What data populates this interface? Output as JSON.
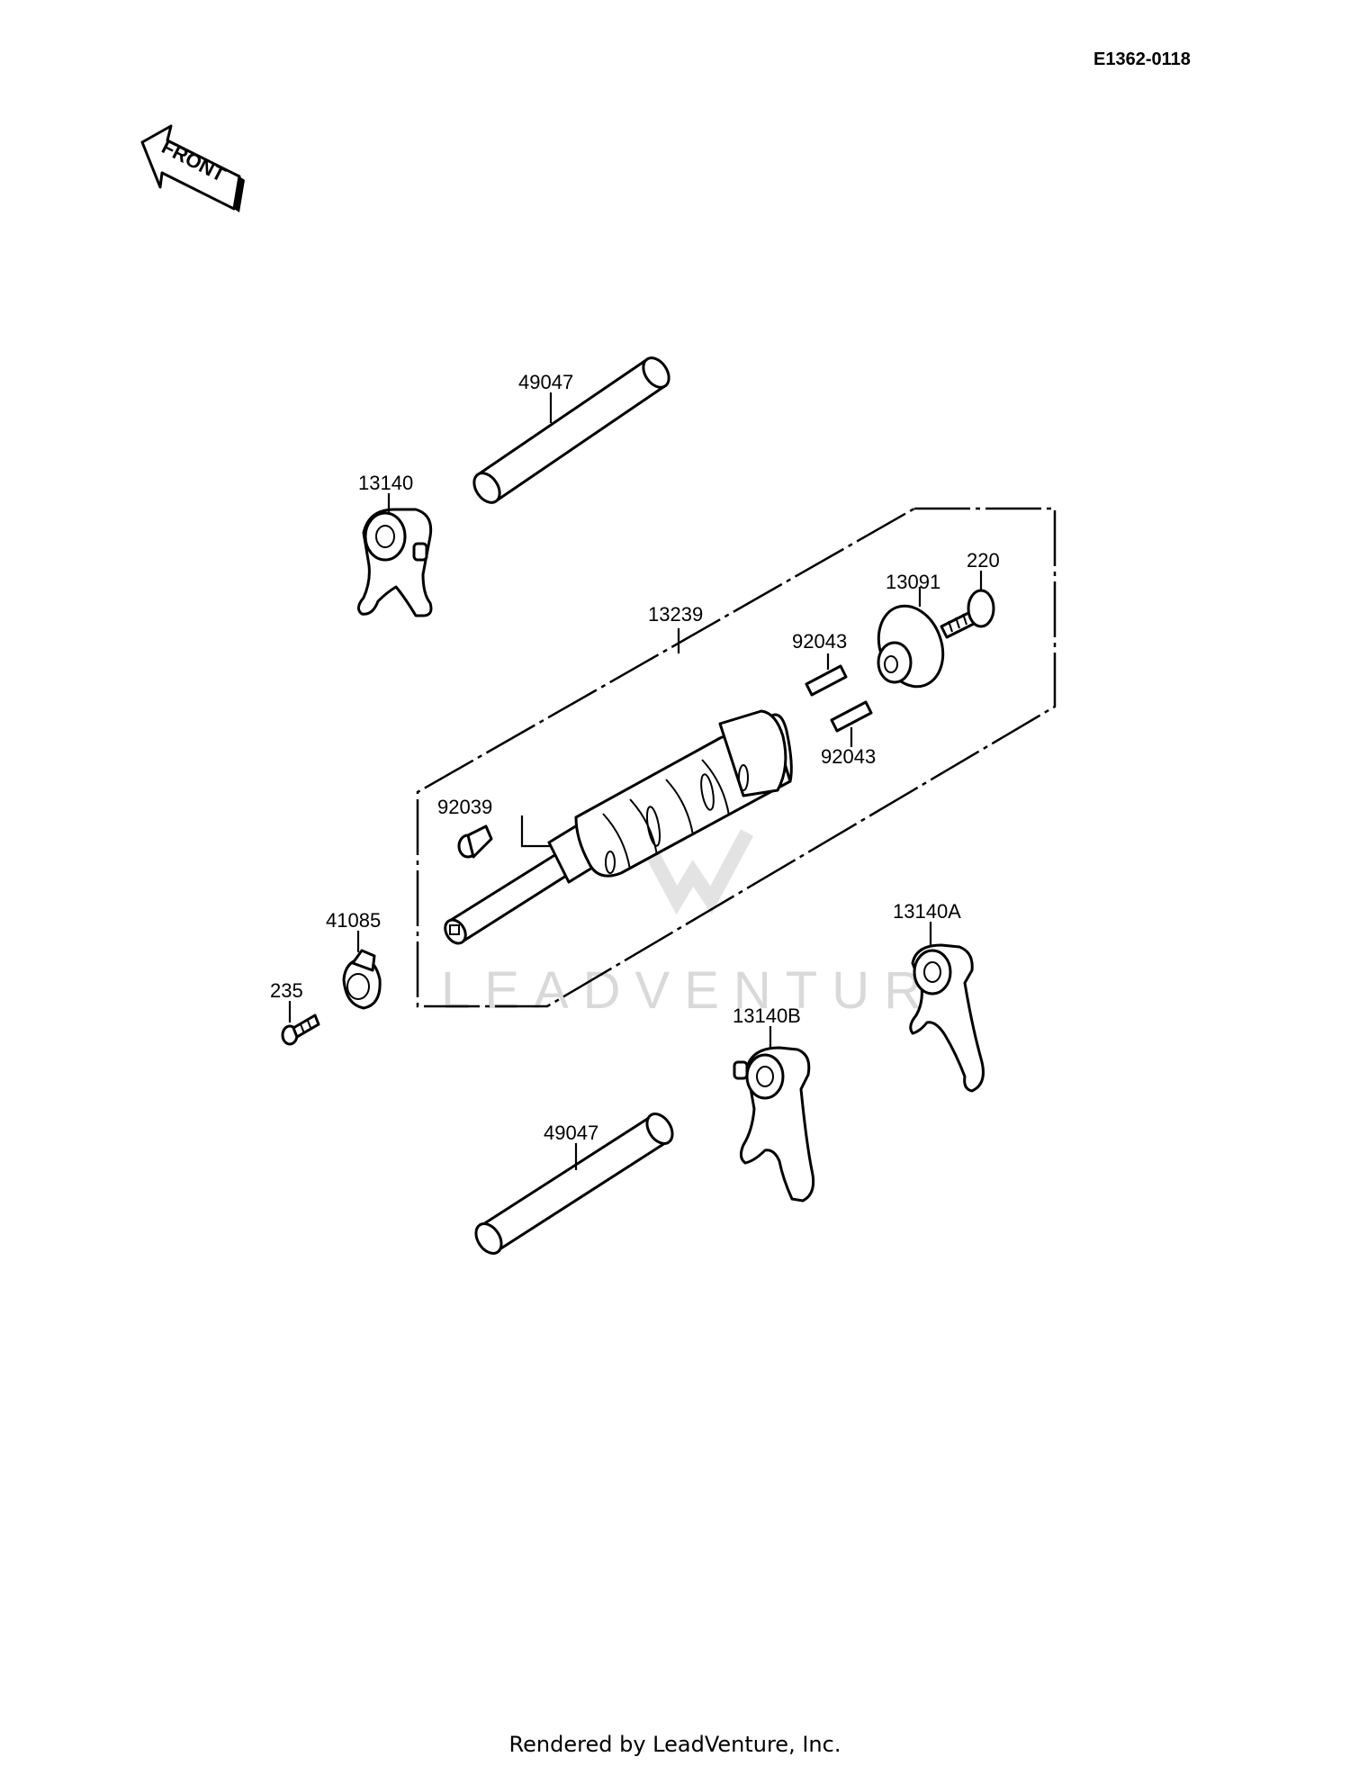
{
  "diagram_code": "E1362-0118",
  "front_label": "FRONT",
  "watermark": "LEADVENTURE",
  "footer": "Rendered by LeadVenture, Inc.",
  "parts": {
    "shaft_top": "49047",
    "fork_top": "13140",
    "drum_assembly": "13239",
    "holder": "13091",
    "bolt_220": "220",
    "pin_upper": "92043",
    "pin_lower": "92043",
    "pin_92039": "92039",
    "cam_41085": "41085",
    "screw_235": "235",
    "fork_a": "13140A",
    "fork_b": "13140B",
    "shaft_bottom": "49047"
  }
}
